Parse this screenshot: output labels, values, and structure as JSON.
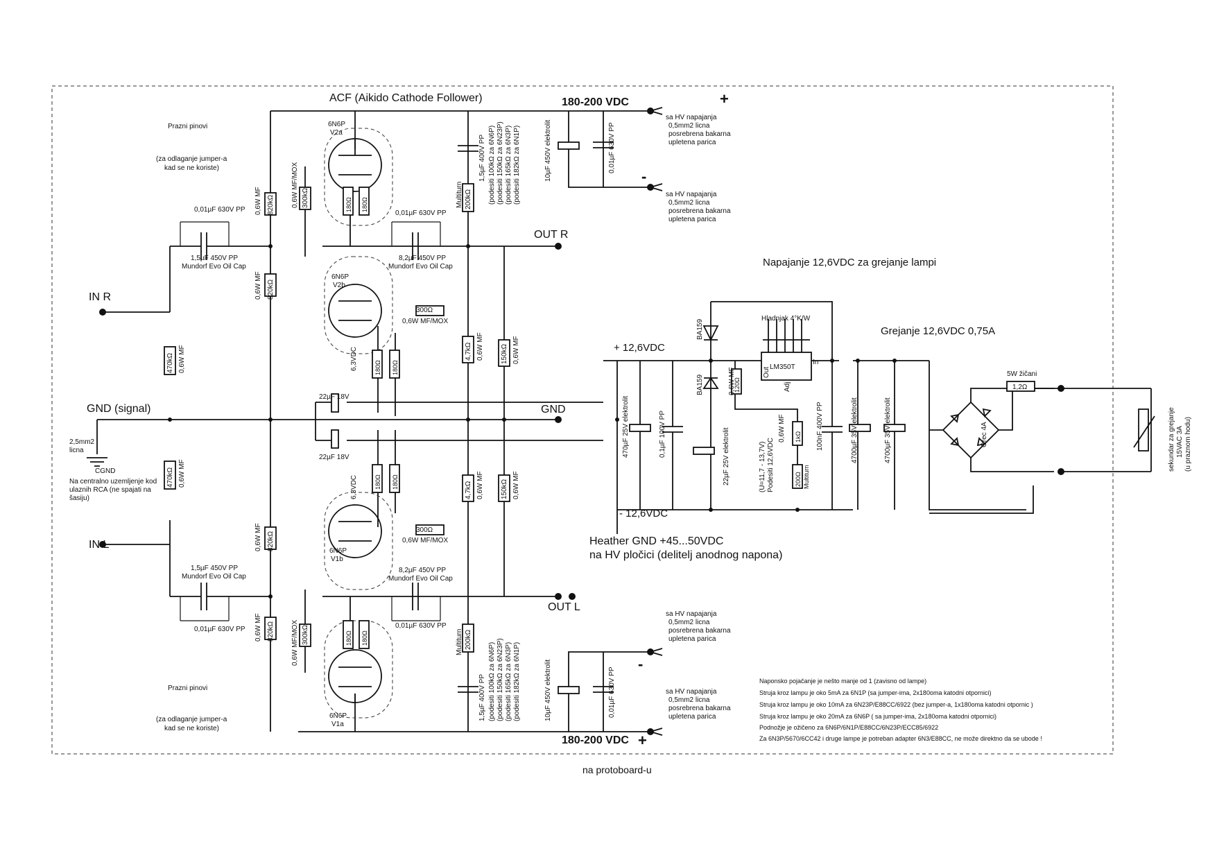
{
  "title": "ACF (Aikido Cathode Follower)",
  "footer": "na protoboard-u",
  "hv_top": "180-200 VDC",
  "hv_bottom": "180-200 VDC",
  "plus": "+",
  "minus": "-",
  "empty_pins": {
    "title": "Prazni pinovi",
    "note1": "(za odlaganje jumper-a",
    "note2": "kad se ne koriste)"
  },
  "hv_wire": [
    "sa HV napajanja",
    "0,5mm2 licna",
    "posrebrena bakarna",
    "upletena parica"
  ],
  "tubes": {
    "v2a": [
      "6N6P",
      "V2a"
    ],
    "v2b": [
      "6N6P",
      "V2b"
    ],
    "v1b": [
      "6N6P",
      "V1b"
    ],
    "v1a": [
      "6N6P",
      "V1a"
    ]
  },
  "labels": {
    "in_r": "IN R",
    "in_l": "IN L",
    "out_r": "OUT R",
    "out_l": "OUT L",
    "gnd_signal": "GND (signal)",
    "gnd": "GND",
    "cgnd_wire": [
      "2,5mm2",
      "licna"
    ],
    "cgnd": "CGND",
    "cgnd_note": [
      "Na centralno uzemljenje kod",
      "ulaznih RCA (ne spajati na",
      "šasiju)"
    ],
    "heater_title": "Napajanje 12,6VDC za grejanje lampi",
    "heat_plus": "+ 12,6VDC",
    "heat_minus": "- 12,6VDC",
    "heater_gnd": [
      "Heather GND +45...50VDC",
      "na HV pločici (delitelj anodnog napona)"
    ],
    "grejanje": "Grejanje  12,6VDC  0,75A",
    "heatsink": "Hladnjak 4°K/W",
    "lm": "LM350T",
    "lm_in": "In",
    "lm_out": "Out",
    "lm_adj": "Adj",
    "ba159": "BA159",
    "graetz": "Grec 4A",
    "r5w": "5W žičani",
    "r12": "1,2Ω",
    "sekundar": [
      "sekundar za grejanje",
      "15VAC 3A",
      "(u praznom hodu)"
    ],
    "u_range": [
      "(U=11,7 - 13,7V)",
      "Podesiti 12,6VDC"
    ],
    "v63": "6,3VDC",
    "multiturn": "Multiturn"
  },
  "components": {
    "c_coupling": "0,01µF 630V PP",
    "c_15": "1,5µF 450V PP",
    "mundorf": "Mundorf Evo Oil Cap",
    "c_82": "8,2µF 450V PP",
    "c_15_400": "1,5µF 400V PP",
    "c_10_450": "10µF 450V elektrolit",
    "c_001_630": "0,01µF 630V PP",
    "c_22_18": "22µF 18V",
    "c_470_25": "470µF 25V elektrolit",
    "c_01_100": "0,1µF 100V PP",
    "c_22_25": "22µF 25V elektrolit",
    "c_100n": "100nF 400V PP",
    "c_4700": "4700µF 35V elektrolit",
    "r_820k": "820kΩ",
    "r_06mf": "0,6W MF",
    "r_06mox": "0,6W MF/MOX",
    "r_300k": "300kΩ",
    "r_180": "180Ω",
    "r_470k": "470kΩ",
    "r_300": "300Ω",
    "r_47k": "4,7kΩ",
    "r_150k": "150kΩ",
    "r_200k": "200kΩ",
    "r_120": "120Ω",
    "r_1k": "1kΩ",
    "r_200": "200Ω",
    "podesiti": [
      "(podesiti 100kΩ za 6N6P)",
      "(podesiti 150kΩ za 6N23P)",
      "(podesiti 165kΩ za 6N3P)",
      "(podesiti 182kΩ za 6N1P)"
    ]
  },
  "notes": [
    "Naponsko pojačanje je nešto manje od 1 (zavisno od lampe)",
    "Struja kroz  lampu je oko  5mA za 6N1P (sa jumper-ima, 2x180oma katodni otpornici)",
    "Struja kroz  lampu je oko  10mA za 6N23P/E88CC/6922  (bez jumper-a, 1x180oma katodni otpornic )",
    "Struja kroz  lampu je oko 20mA za 6N6P ( sa jumper-ima, 2x180oma katodni otpornici)",
    "Podnožje je ožičeno za 6N6P/6N1P/E88CC/6N23P/ECC85/6922",
    "Za 6N3P/5670/6CC42 i druge lampe je potreban adapter 6N3/E88CC, ne  može direktno da se ubode !"
  ]
}
